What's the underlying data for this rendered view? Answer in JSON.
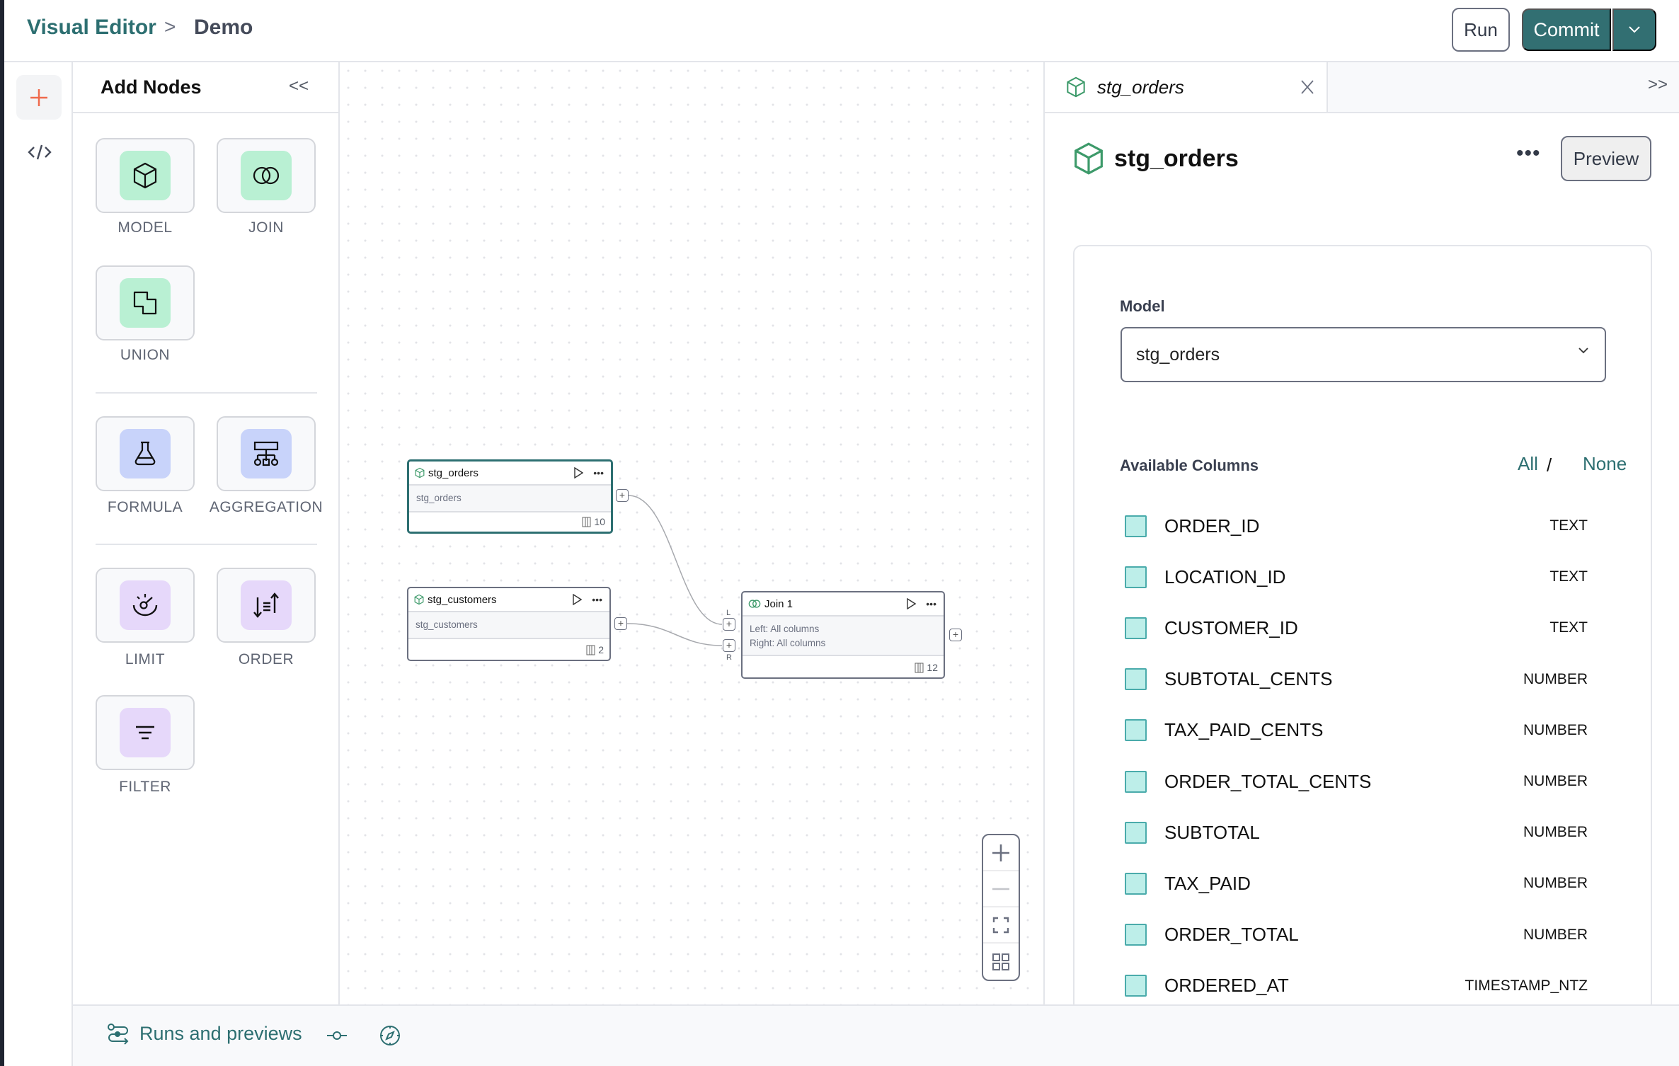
{
  "header": {
    "breadcrumb": [
      "Visual Editor",
      "Demo"
    ],
    "run_label": "Run",
    "commit_label": "Commit"
  },
  "colors": {
    "accent": "#326f72",
    "model_tile": "#b9f0d3",
    "transform_tile": "#c8d3fa",
    "filter_tile": "#e6d8fa",
    "rail_plus": "#ef6a4c"
  },
  "add_nodes": {
    "title": "Add Nodes",
    "collapse": "<<",
    "tiles": [
      {
        "label": "MODEL",
        "icon": "cube-icon"
      },
      {
        "label": "JOIN",
        "icon": "join-icon"
      },
      {
        "label": "UNION",
        "icon": "union-icon"
      },
      {
        "label": "FORMULA",
        "icon": "flask-icon"
      },
      {
        "label": "AGGREGATION",
        "icon": "hierarchy-icon"
      },
      {
        "label": "LIMIT",
        "icon": "gauge-icon"
      },
      {
        "label": "ORDER",
        "icon": "sort-icon"
      },
      {
        "label": "FILTER",
        "icon": "filter-icon"
      }
    ]
  },
  "canvas": {
    "nodes": [
      {
        "title": "stg_orders",
        "body": "stg_orders",
        "count": "10",
        "selected": true
      },
      {
        "title": "stg_customers",
        "body": "stg_customers",
        "count": "2"
      },
      {
        "title": "Join 1",
        "body_left": "Left: All columns",
        "body_right": "Right: All columns",
        "count": "12",
        "port_l": "L",
        "port_r": "R"
      }
    ]
  },
  "right_panel": {
    "tab_title": "stg_orders",
    "expand": ">>",
    "title": "stg_orders",
    "more": "•••",
    "preview_label": "Preview",
    "model_label": "Model",
    "model_value": "stg_orders",
    "available_label": "Available Columns",
    "all": "All",
    "sep": "/",
    "none": "None",
    "columns": [
      {
        "name": "ORDER_ID",
        "type": "TEXT"
      },
      {
        "name": "LOCATION_ID",
        "type": "TEXT"
      },
      {
        "name": "CUSTOMER_ID",
        "type": "TEXT"
      },
      {
        "name": "SUBTOTAL_CENTS",
        "type": "NUMBER"
      },
      {
        "name": "TAX_PAID_CENTS",
        "type": "NUMBER"
      },
      {
        "name": "ORDER_TOTAL_CENTS",
        "type": "NUMBER"
      },
      {
        "name": "SUBTOTAL",
        "type": "NUMBER"
      },
      {
        "name": "TAX_PAID",
        "type": "NUMBER"
      },
      {
        "name": "ORDER_TOTAL",
        "type": "NUMBER"
      },
      {
        "name": "ORDERED_AT",
        "type": "TIMESTAMP_NTZ"
      }
    ]
  },
  "bottom": {
    "runs_label": "Runs and previews"
  }
}
